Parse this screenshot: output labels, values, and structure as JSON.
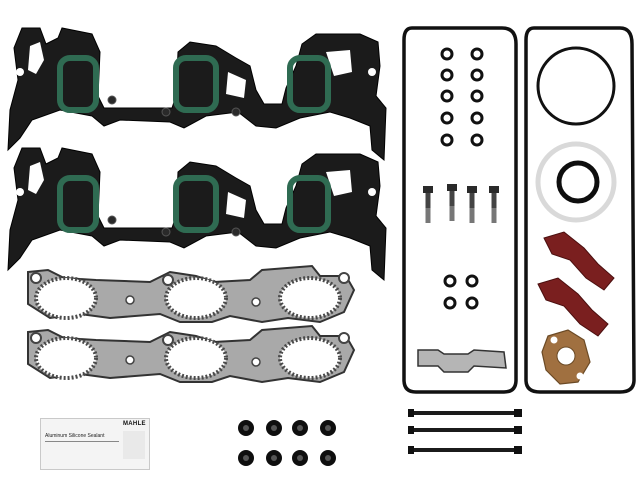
{
  "photo": {
    "subject": "intake manifold gasket set",
    "background_color": "#ffffff"
  },
  "packet": {
    "brand": "MAHLE",
    "product": "Aluminum Silicone Sealant"
  },
  "colors": {
    "carrier_black": "#1b1b1b",
    "seal_green": "#2f6b52",
    "steel": "#a9a9a9",
    "seal_red": "#7a1f1f",
    "ring_gray": "#d9d9d9",
    "fiber_tan": "#a07040"
  }
}
